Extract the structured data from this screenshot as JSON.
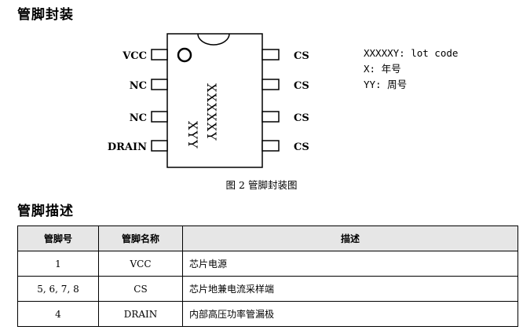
{
  "section1_title": "管脚封装",
  "pins_left": [
    "VCC",
    "NC",
    "NC",
    "DRAIN"
  ],
  "pins_right": [
    "CS",
    "CS",
    "CS",
    "CS"
  ],
  "marking": {
    "line1": "XXXXXY",
    "line2": "XYY"
  },
  "legend": [
    "XXXXXY: lot code",
    "X: 年号",
    "YY: 周号"
  ],
  "caption": "图 2 管脚封装图",
  "section2_title": "管脚描述",
  "table": {
    "headers": [
      "管脚号",
      "管脚名称",
      "描述"
    ],
    "rows": [
      [
        "1",
        "VCC",
        "芯片电源"
      ],
      [
        "5, 6, 7, 8",
        "CS",
        "芯片地兼电流采样端"
      ],
      [
        "4",
        "DRAIN",
        "内部高压功率管漏极"
      ]
    ]
  }
}
